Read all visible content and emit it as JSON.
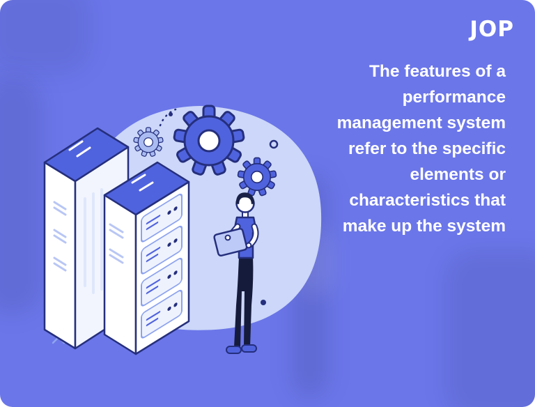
{
  "canvas": {
    "background_color": "#6b76e9",
    "corner_color": "#ffffff"
  },
  "logo": {
    "text": "JOP",
    "color": "#ffffff"
  },
  "headline": {
    "color": "#ffffff",
    "lines": [
      "The features of a",
      "performance",
      "management system",
      "refer to the specific",
      "elements or",
      "characteristics that",
      "make up the system"
    ]
  },
  "illustration": {
    "description": "person holding a tablet beside two isometric server towers with gears",
    "blob_color": "#ccd7f9",
    "primary_blue": "#5063de",
    "light_blue": "#b8c6f4",
    "outline_color": "#252f7c",
    "white": "#ffffff"
  }
}
